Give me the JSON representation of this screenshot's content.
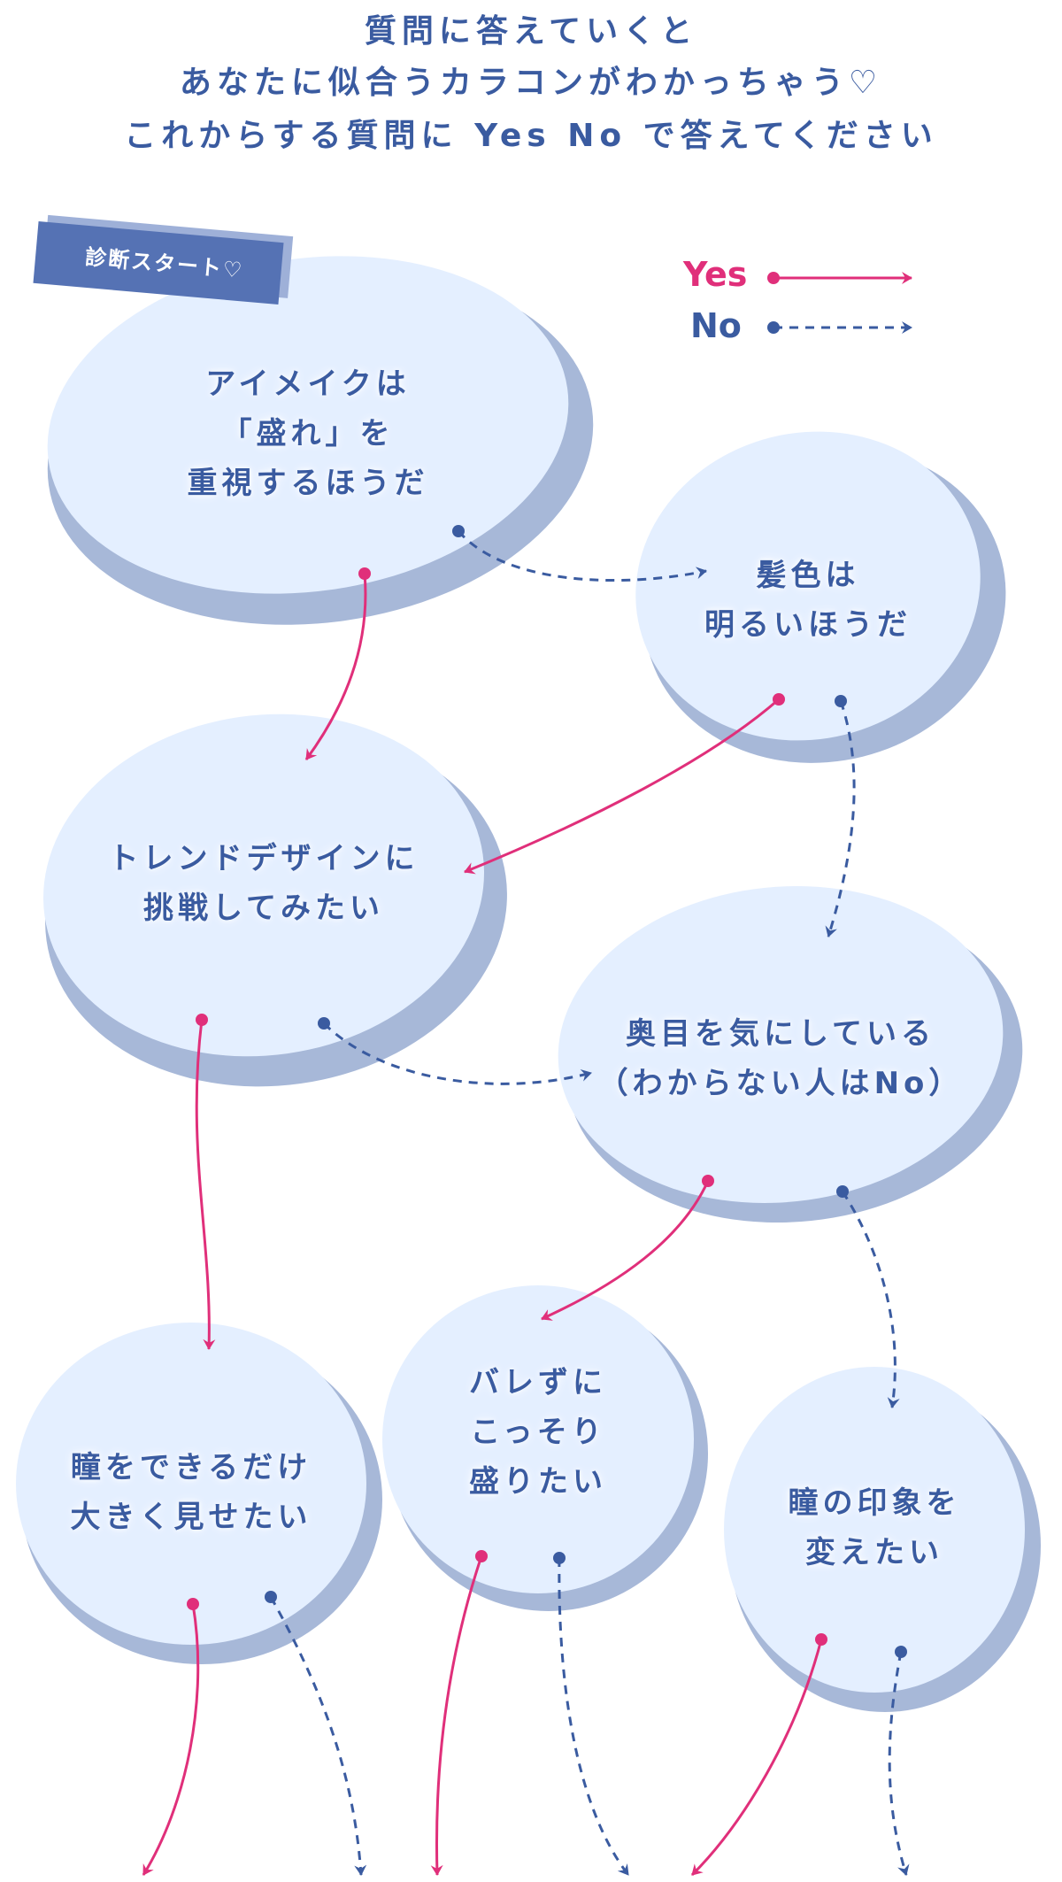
{
  "intro": {
    "line1": "質問に答えていくと",
    "line2": "あなたに似合うカラコンがわかっちゃう♡",
    "line3": "これからする質問に Yes No で答えてください"
  },
  "start_label": "診断スタート♡",
  "legend": {
    "yes": "Yes",
    "no": "No"
  },
  "questions": {
    "q1": {
      "line1": "アイメイクは",
      "line2": "「盛れ」を",
      "line3": "重視するほうだ"
    },
    "q2": {
      "line1": "髪色は",
      "line2": "明るいほうだ"
    },
    "q3": {
      "line1": "トレンドデザインに",
      "line2": "挑戦してみたい"
    },
    "q4": {
      "line1": "奥目を気にしている",
      "line2": "（わからない人はNo）"
    },
    "q5": {
      "line1": "瞳をできるだけ",
      "line2": "大きく見せたい"
    },
    "q6": {
      "line1": "バレずに",
      "line2": "こっそり",
      "line3": "盛りたい"
    },
    "q7": {
      "line1": "瞳の印象を",
      "line2": "変えたい"
    }
  },
  "colors": {
    "yes": "#e02f7a",
    "no": "#3a5ba0",
    "bubble": "#e4efff",
    "bubble_shadow": "#a7b8d8",
    "tag": "#5572b4"
  },
  "flow": [
    {
      "from": "q1",
      "to": "q3",
      "answer": "yes"
    },
    {
      "from": "q1",
      "to": "q2",
      "answer": "no"
    },
    {
      "from": "q2",
      "to": "q3",
      "answer": "yes"
    },
    {
      "from": "q2",
      "to": "q4",
      "answer": "no"
    },
    {
      "from": "q3",
      "to": "q5",
      "answer": "yes"
    },
    {
      "from": "q3",
      "to": "q4",
      "answer": "no"
    },
    {
      "from": "q4",
      "to": "q6",
      "answer": "yes"
    },
    {
      "from": "q4",
      "to": "q7",
      "answer": "no"
    }
  ]
}
